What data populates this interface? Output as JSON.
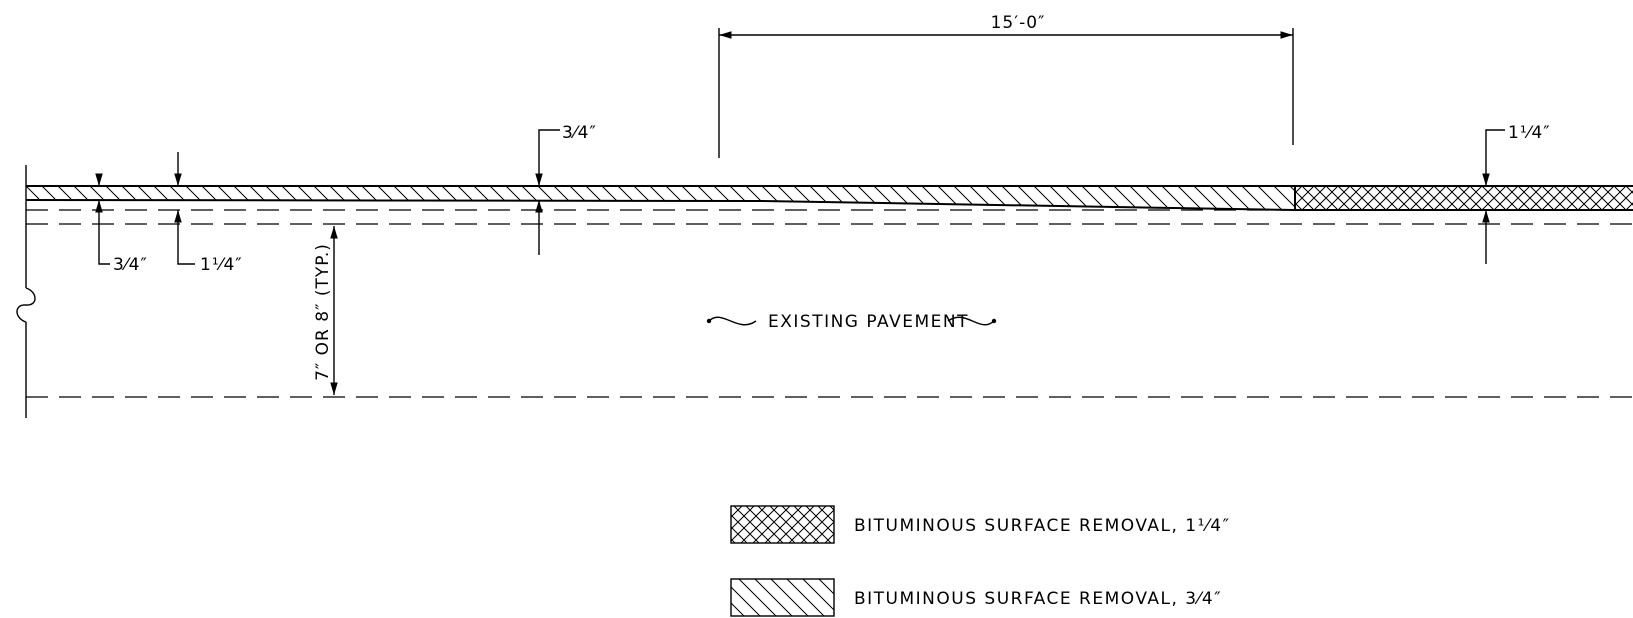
{
  "dimensions": {
    "taper_length": "15′-0″",
    "depth_three_quarter": "3⁄4″",
    "depth_one_quarter": "1¹⁄4″",
    "pavement_depth": "7″ OR 8″ (TYP.)"
  },
  "labels": {
    "existing_pavement": "EXISTING PAVEMENT"
  },
  "legend": [
    {
      "pattern": "crosshatch",
      "label": "BITUMINOUS SURFACE REMOVAL, 1¹⁄4″"
    },
    {
      "pattern": "diagonal",
      "label": "BITUMINOUS SURFACE REMOVAL, 3⁄4″"
    }
  ],
  "colors": {
    "ink": "#000000",
    "paper": "#ffffff"
  }
}
